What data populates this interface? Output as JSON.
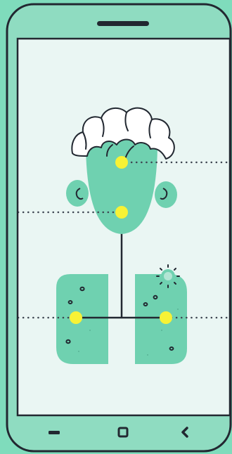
{
  "colors": {
    "page_background": "#7fdcbc",
    "phone_body": "#8fdcc1",
    "phone_outline": "#222831",
    "screen_background": "#eaf6f3",
    "skin_green": "#6fd1b0",
    "highlight_yellow": "#f7f235",
    "dotted_line": "#3d4550",
    "hair_fill": "#ffffff"
  },
  "device": {
    "speaker": "speaker-slot",
    "nav_icons": [
      "back-minus-icon",
      "home-square-icon",
      "recent-chevron-icon"
    ]
  },
  "illustration": {
    "subject": "head-and-lungs-diagram",
    "marker_count": 4,
    "virus_icon": "virus-icon"
  }
}
